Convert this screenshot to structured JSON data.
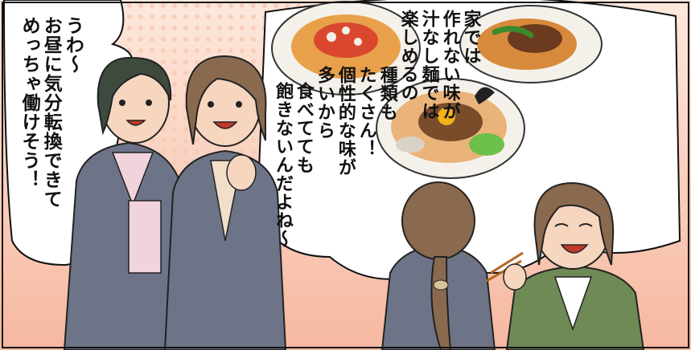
{
  "comic_panel": {
    "bubble_left": {
      "lines": [
        "うわ～",
        "お昼に気分転換できて",
        "めっちゃ働けそう！"
      ]
    },
    "bubble_right": {
      "lines": [
        "家では",
        "作れない味が",
        "汁なし麺では",
        "楽しめるの",
        "種類も",
        "たくさん！",
        "個性的な味が",
        "多いから",
        "食べてても",
        "飽きないんだよね～"
      ]
    },
    "colors": {
      "background_pink": "#fde8dc",
      "dot_pattern": "#f7c9b3",
      "jacket_gray": "#6e7487",
      "jacket_green": "#6f8a55",
      "hair_brown": "#8a6a4f",
      "hair_dark": "#3f4a3e"
    }
  }
}
